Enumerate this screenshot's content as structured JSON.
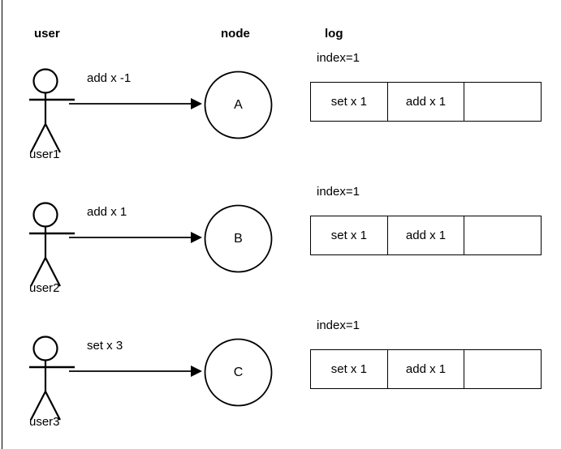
{
  "headers": {
    "user": "user",
    "node": "node",
    "log": "log"
  },
  "colors": {
    "stroke": "#000000",
    "background": "#ffffff",
    "text": "#000000"
  },
  "rows": [
    {
      "actor_label": "user1",
      "message": "add x -1",
      "node_label": "A",
      "log": {
        "index_label": "index=1",
        "cells": [
          "set x 1",
          "add x 1",
          ""
        ]
      }
    },
    {
      "actor_label": "user2",
      "message": "add x 1",
      "node_label": "B",
      "log": {
        "index_label": "index=1",
        "cells": [
          "set x 1",
          "add x 1",
          ""
        ]
      }
    },
    {
      "actor_label": "user3",
      "message": "set x 3",
      "node_label": "C",
      "log": {
        "index_label": "index=1",
        "cells": [
          "set x 1",
          "add x 1",
          ""
        ]
      }
    }
  ]
}
